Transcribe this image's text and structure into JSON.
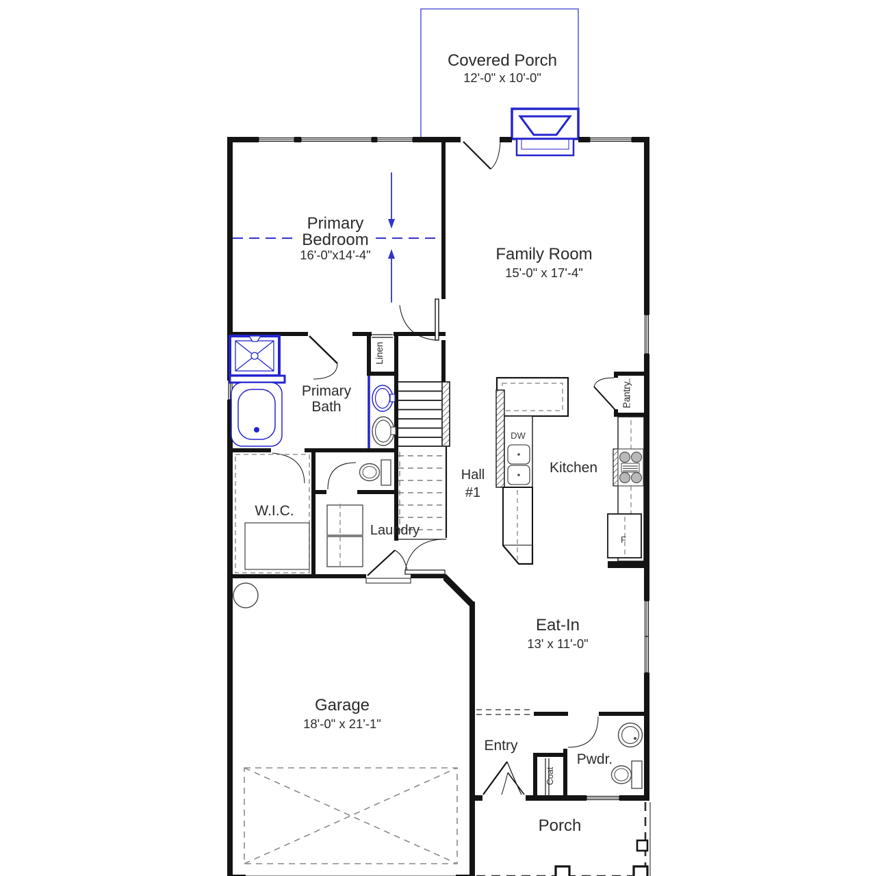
{
  "labels": {
    "covered_porch": {
      "name": "Covered Porch",
      "dims": "12'-0\" x 10'-0\""
    },
    "primary_bedroom": {
      "line1": "Primary",
      "line2": "Bedroom",
      "dims": "16'-0\"x14'-4\""
    },
    "family_room": {
      "name": "Family Room",
      "dims": "15'-0\" x 17'-4\""
    },
    "primary_bath": {
      "line1": "Primary",
      "line2": "Bath"
    },
    "linen": {
      "name": "Linen"
    },
    "wic": {
      "name": "W.I.C."
    },
    "laundry": {
      "name": "Laundry"
    },
    "hall": {
      "line1": "Hall",
      "line2": "#1"
    },
    "kitchen": {
      "name": "Kitchen"
    },
    "pantry": {
      "name": "Pantry"
    },
    "dishwasher": {
      "abbr": "DW"
    },
    "fridge": {
      "abbr": "F"
    },
    "eat_in": {
      "name": "Eat-In",
      "dims": "13' x 11'-0\""
    },
    "garage": {
      "name": "Garage",
      "dims": "18'-0\" x 21'-1\""
    },
    "entry": {
      "name": "Entry"
    },
    "coat": {
      "name": "Coat"
    },
    "powder": {
      "name": "Pwdr."
    },
    "porch": {
      "name": "Porch"
    }
  },
  "colors": {
    "wall": "#141414",
    "annotation_blue": "#2424cf",
    "appliance_gray": "#4d4d4d",
    "dash_gray": "#7d7d7d"
  }
}
